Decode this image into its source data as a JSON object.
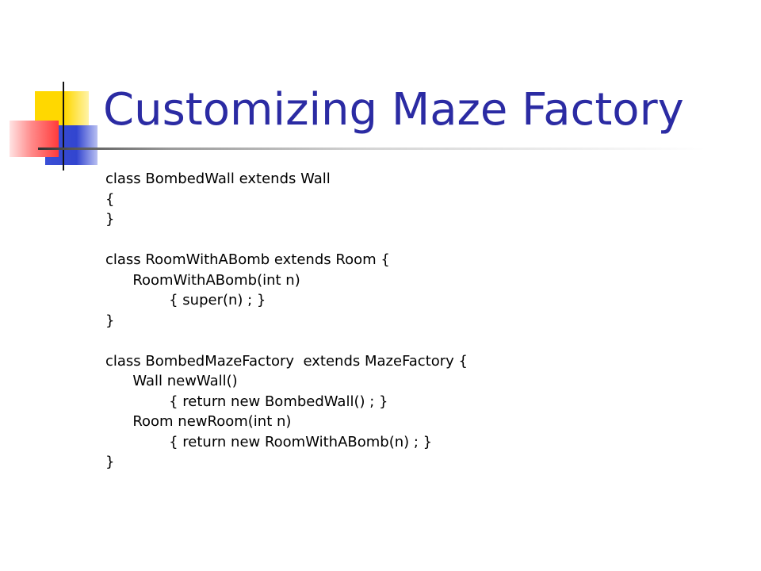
{
  "slide": {
    "title": "Customizing Maze Factory",
    "colors": {
      "title": "#2b2ba3",
      "deco_yellow": "#ffd800",
      "deco_blue": "#3245cf",
      "deco_red": "#ff3b3b"
    },
    "code_lines": [
      "class BombedWall extends Wall",
      "{",
      "}",
      "",
      "class RoomWithABomb extends Room {",
      "      RoomWithABomb(int n)",
      "              { super(n) ; }",
      "}",
      "",
      "class BombedMazeFactory  extends MazeFactory {",
      "      Wall newWall()",
      "              { return new BombedWall() ; }",
      "      Room newRoom(int n)",
      "              { return new RoomWithABomb(n) ; }",
      "}"
    ]
  }
}
